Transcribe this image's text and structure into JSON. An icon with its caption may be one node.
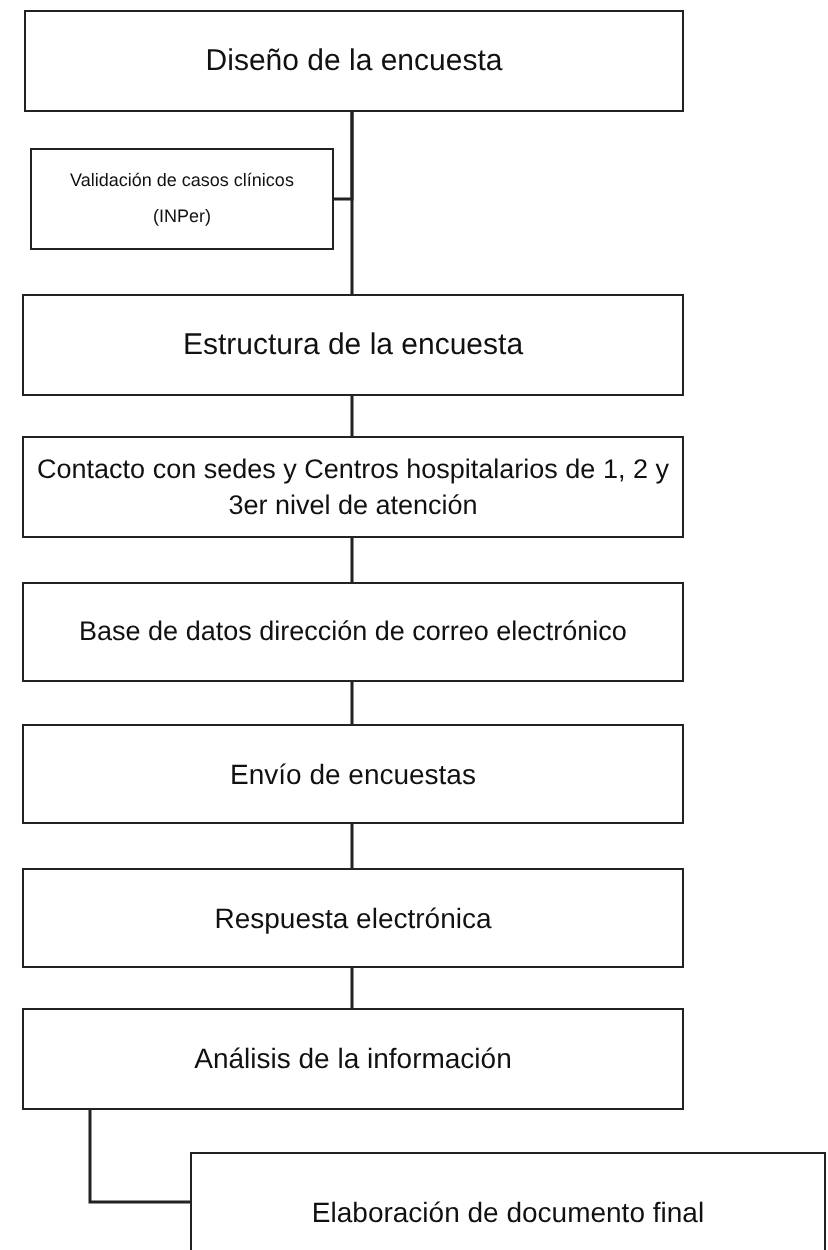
{
  "diagram": {
    "nodes": [
      {
        "text": [
          "Diseño de la encuesta"
        ]
      },
      {
        "text": [
          "Validación de casos clínicos (INPer)"
        ]
      },
      {
        "text": [
          "Estructura de la encuesta"
        ]
      },
      {
        "text": [
          "Contacto con sedes y Centros hospitalarios de 1, 2 y 3er nivel de atención"
        ]
      },
      {
        "text": [
          "Base de datos dirección de correo electrónico"
        ]
      },
      {
        "text": [
          "Envío de encuestas"
        ]
      },
      {
        "text": [
          "Respuesta electrónica"
        ]
      },
      {
        "text": [
          "Análisis de la información"
        ]
      },
      {
        "text": [
          "Elaboración de documento final"
        ]
      }
    ],
    "edges": [
      {
        "from": 0,
        "to": 1,
        "arrow": "none"
      },
      {
        "from": 0,
        "to": 2,
        "arrow": "none"
      },
      {
        "from": 2,
        "to": 3,
        "arrow": "none"
      },
      {
        "from": 3,
        "to": 4,
        "arrow": "none"
      },
      {
        "from": 4,
        "to": 5,
        "arrow": "none"
      },
      {
        "from": 5,
        "to": 6,
        "arrow": "none"
      },
      {
        "from": 6,
        "to": 7,
        "arrow": "none"
      },
      {
        "from": 7,
        "to": 8,
        "arrow": "none"
      }
    ]
  }
}
